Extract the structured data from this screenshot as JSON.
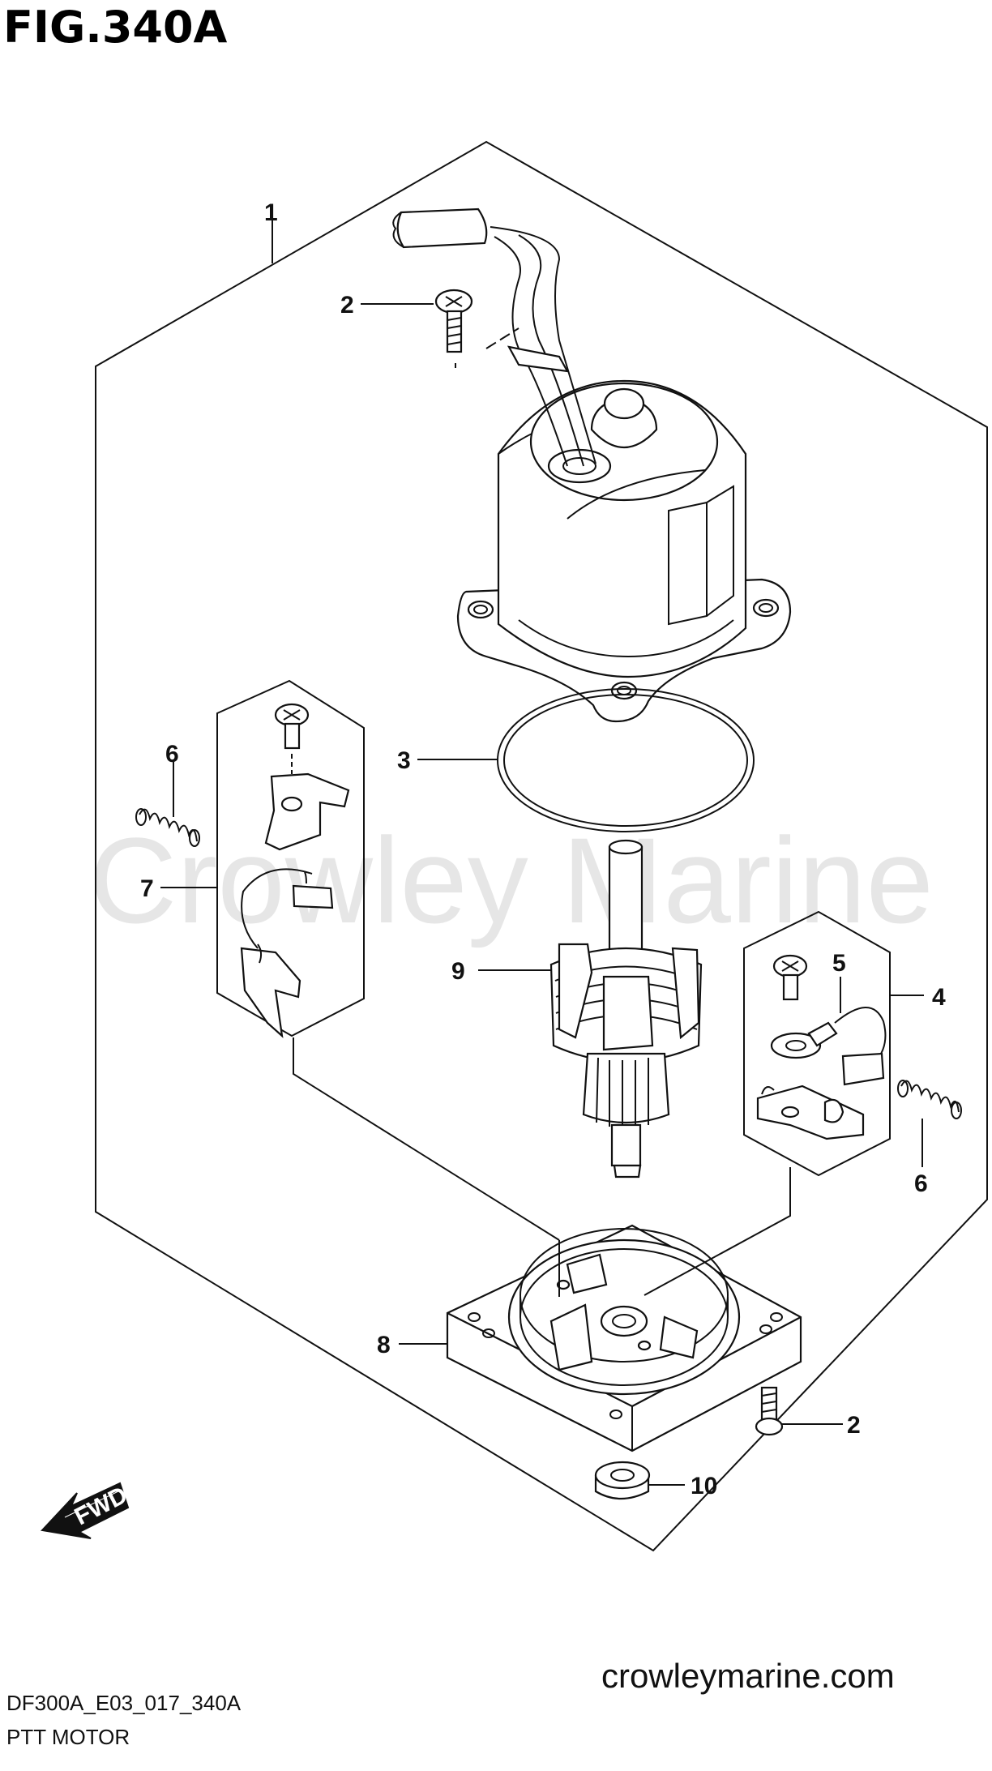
{
  "figure": {
    "title": "FIG.340A",
    "watermark": "Crowley Marine",
    "model_code": "DF300A_E03_017_340A",
    "caption": "PTT MOTOR",
    "website": "crowleymarine.com",
    "fwd_label": "FWD"
  },
  "callouts": [
    {
      "id": "1",
      "part": "motor-housing-assembly"
    },
    {
      "id": "2",
      "part": "screw-top"
    },
    {
      "id": "3",
      "part": "o-ring"
    },
    {
      "id": "6",
      "part": "spring-left"
    },
    {
      "id": "7",
      "part": "brush-set-left"
    },
    {
      "id": "9",
      "part": "armature"
    },
    {
      "id": "5",
      "part": "brush-lead"
    },
    {
      "id": "4",
      "part": "brush-set-right"
    },
    {
      "id": "6",
      "part": "spring-right"
    },
    {
      "id": "8",
      "part": "end-cap-base"
    },
    {
      "id": "2",
      "part": "screw-bottom"
    },
    {
      "id": "10",
      "part": "seal-washer"
    }
  ]
}
